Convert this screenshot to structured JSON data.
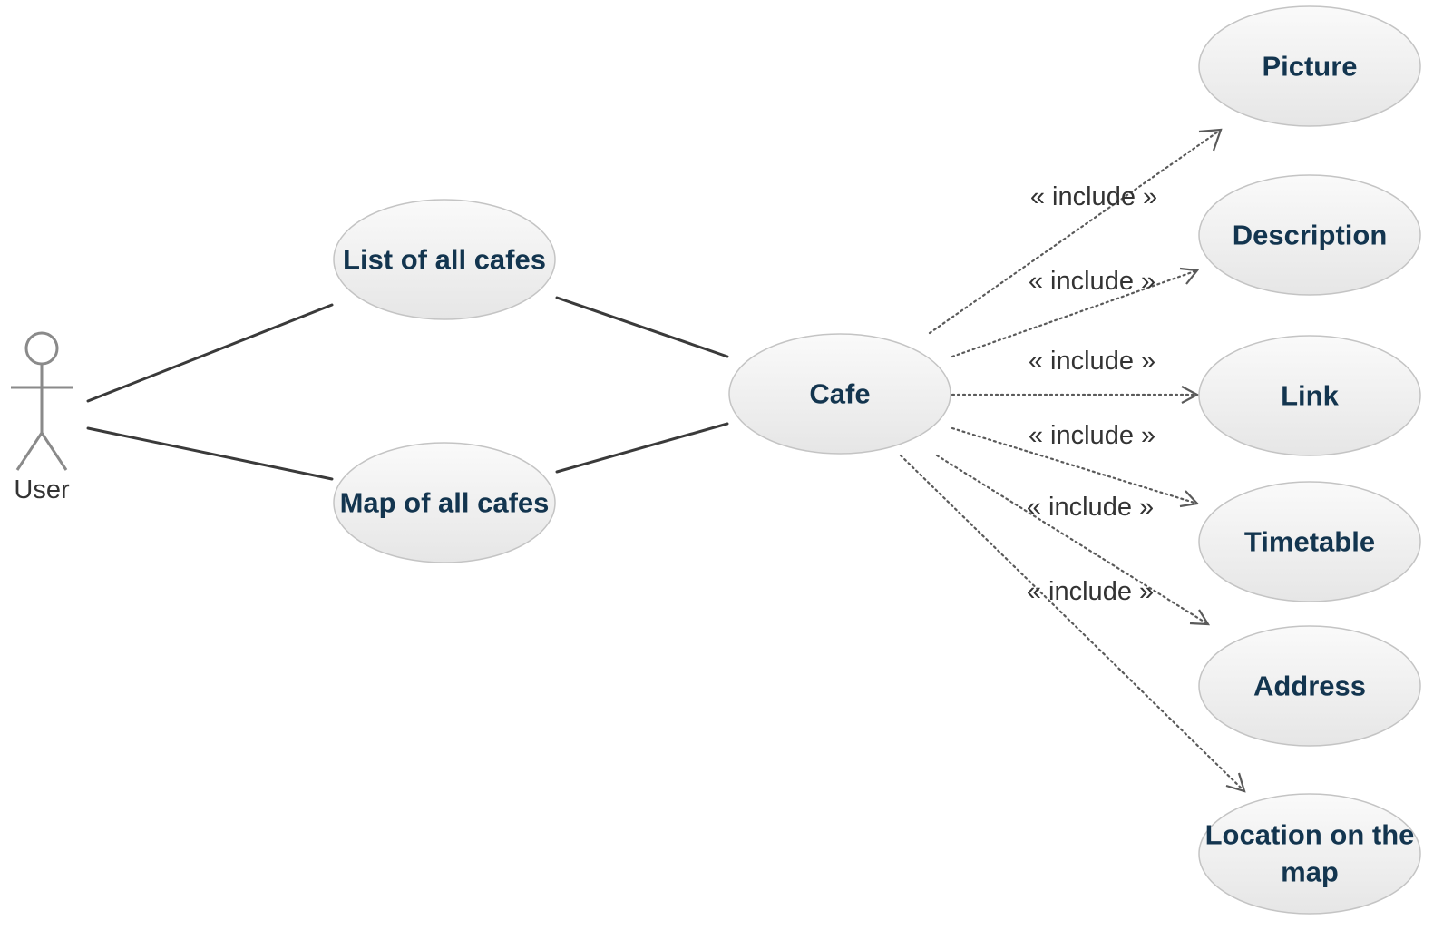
{
  "colors": {
    "usecase_text": "#13354f",
    "usecase_border": "#c4c4c4",
    "usecase_fill_top": "#fafafa",
    "usecase_fill_bottom": "#e6e6e6",
    "association_line": "#3a3a3a",
    "include_line": "#5a5a5a",
    "include_label": "#333333",
    "actor_stroke": "#8a8a8a",
    "actor_label": "#333333"
  },
  "actor": {
    "label": "User",
    "icon": "stick-figure-icon"
  },
  "usecases": {
    "list": {
      "label": "List of all cafes"
    },
    "map": {
      "label": "Map of all cafes"
    },
    "cafe": {
      "label": "Cafe"
    },
    "picture": {
      "label": "Picture"
    },
    "description": {
      "label": "Description"
    },
    "link": {
      "label": "Link"
    },
    "timetable": {
      "label": "Timetable"
    },
    "address": {
      "label": "Address"
    },
    "location": {
      "label_line1": "Location on the",
      "label_line2": "map"
    }
  },
  "relations": {
    "include_label": "« include »",
    "include_targets": [
      "picture",
      "description",
      "link",
      "timetable",
      "address",
      "location"
    ]
  }
}
